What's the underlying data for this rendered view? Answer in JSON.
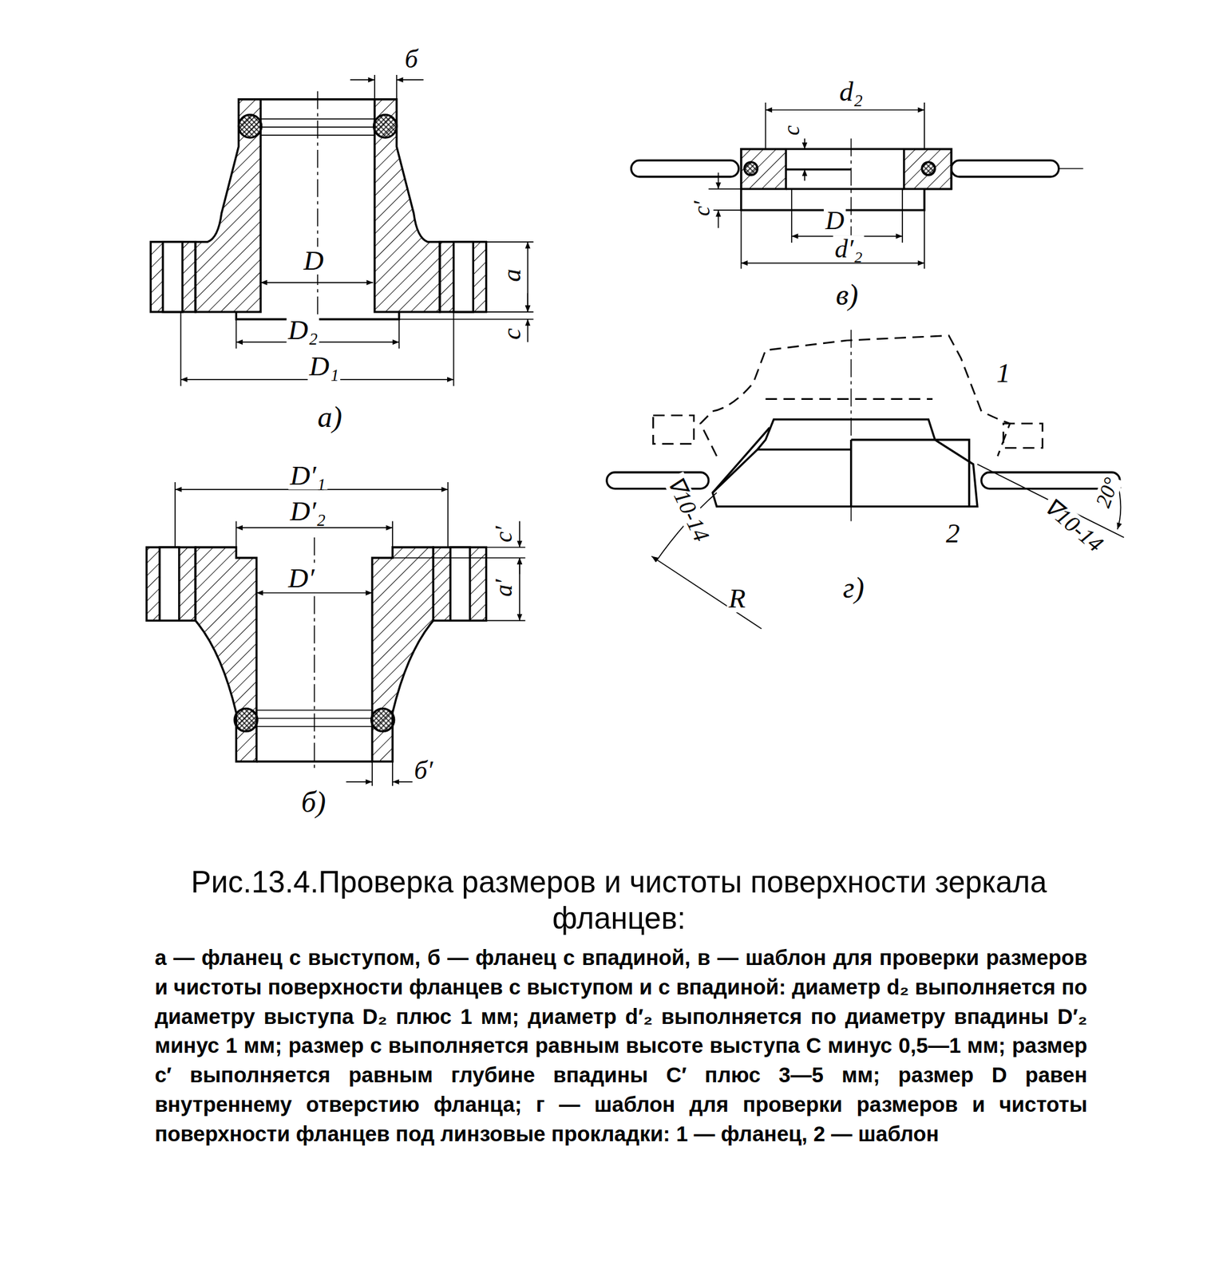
{
  "diagram": {
    "title": "Рис.13.4.Проверка размеров и чистоты поверхности зеркала фланцев:",
    "caption": "а — фланец с выступом, б — фланец с впадиной, в — шаблон для проверки размеров и чистоты поверхности фланцев с выступом и с впадиной: диаметр d₂ выполняется по диаметру выступа D₂ плюс 1 мм; диаметр d′₂ выполняется по диаметру впадины D′₂ минус 1 мм; размер c выполняется равным высоте выступа C минус 0,5—1 мм; размер c′ выполняется равным глубине впадины C′ плюс 3—5 мм; размер D равен внутреннему отверстию фланца; г — шаблон для проверки размеров и чистоты поверхности фланцев под линзовые прокладки: 1 — фланец, 2 — шаблон",
    "labels": [
      "б",
      "D",
      "D₂",
      "D₁",
      "a",
      "c",
      "а)",
      "D′₁",
      "D′₂",
      "c′",
      "D′",
      "a′",
      "б′",
      "б)",
      "d₂",
      "c",
      "c′",
      "D",
      "d′₂",
      "в)",
      "1",
      "2",
      "∇10-14",
      "∇10-14",
      "20°",
      "R",
      "г)"
    ]
  }
}
